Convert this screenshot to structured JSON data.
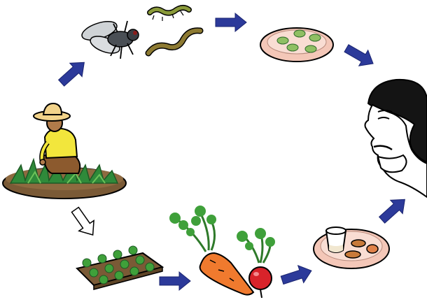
{
  "diagram": {
    "kind": "cycle",
    "stages": [
      {
        "id": "farmer",
        "icon": "farmer-tending-plants-icon"
      },
      {
        "id": "pests",
        "icon": "fly-and-worms-icon"
      },
      {
        "id": "contaminated-food",
        "icon": "plate-with-green-food-icon"
      },
      {
        "id": "person",
        "icon": "person-eating-icon"
      },
      {
        "id": "meal",
        "icon": "plate-with-meal-and-cup-icon"
      },
      {
        "id": "vegetables",
        "icon": "carrot-and-radish-icon"
      },
      {
        "id": "seedlings",
        "icon": "seedling-bed-icon"
      }
    ],
    "arrows": [
      {
        "from": "farmer",
        "to": "pests",
        "style": "filled",
        "color": "#2c3a9a"
      },
      {
        "from": "pests",
        "to": "contaminated-food",
        "style": "filled",
        "color": "#2c3a9a"
      },
      {
        "from": "contaminated-food",
        "to": "person",
        "style": "filled",
        "color": "#2c3a9a"
      },
      {
        "from": "meal",
        "to": "person",
        "style": "filled",
        "color": "#2c3a9a"
      },
      {
        "from": "vegetables",
        "to": "meal",
        "style": "filled",
        "color": "#2c3a9a"
      },
      {
        "from": "seedlings",
        "to": "vegetables",
        "style": "filled",
        "color": "#2c3a9a"
      },
      {
        "from": "farmer",
        "to": "seedlings",
        "style": "outline",
        "color": "#ffffff"
      }
    ],
    "colors": {
      "arrow_fill": "#2c3a9a",
      "grass": "#2f8a3a",
      "soil": "#7a5a36",
      "carrot": "#f07a2e",
      "radish": "#d8232a",
      "plate_rim": "#f4c7b8",
      "food_green": "#8fbf63",
      "shirt": "#f2e63c",
      "hat": "#f2d38a"
    }
  }
}
